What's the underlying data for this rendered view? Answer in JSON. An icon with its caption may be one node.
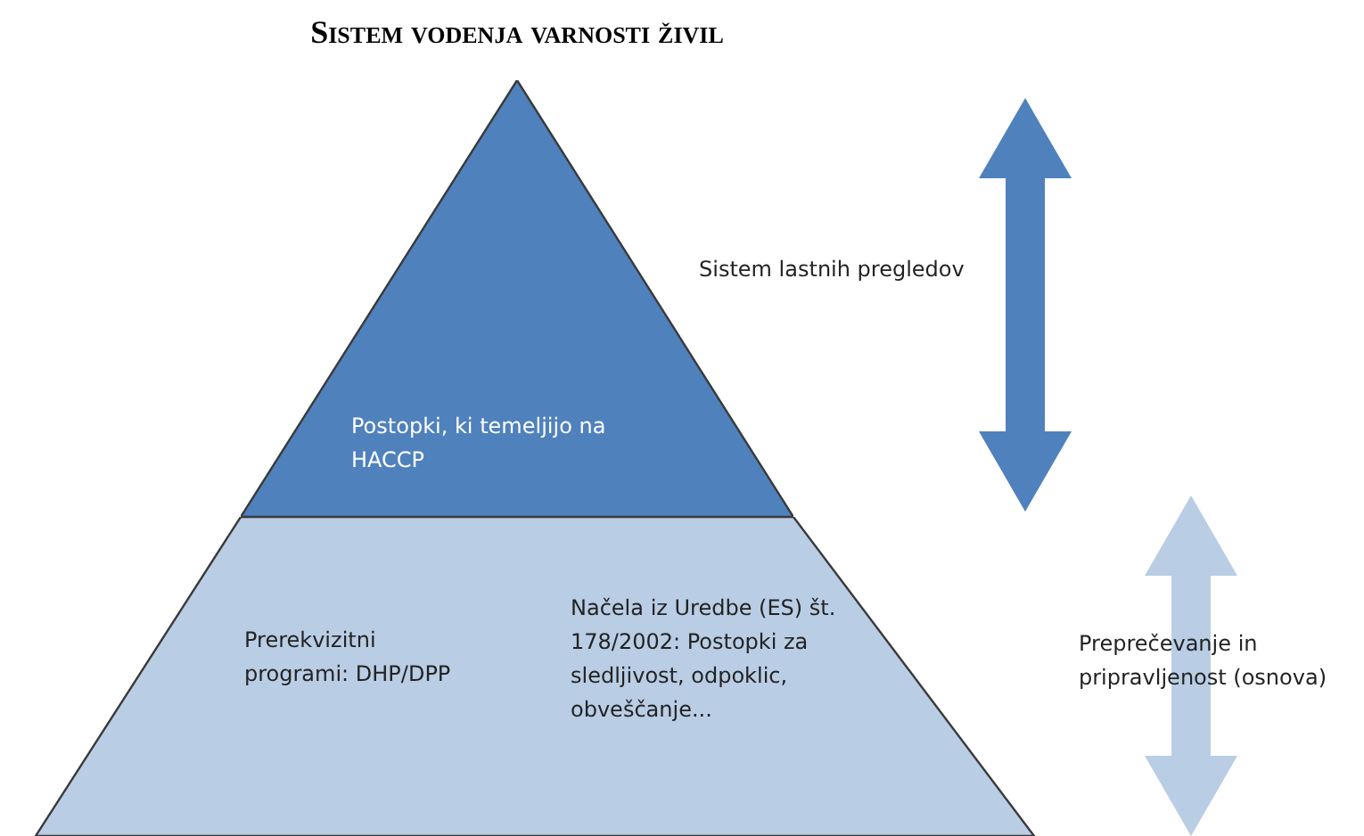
{
  "diagram": {
    "title": "Sistem vodenja varnosti živil",
    "nodes": [
      {
        "text": [
          "Postopki, ki temeljijo na HACCP"
        ]
      },
      {
        "text": [
          "Prerekvizitni programi: DHP/DPP",
          "Načela iz Uredbe (ES) št. 178/2002: Postopki za sledljivost, odpoklic, obveščanje..."
        ]
      }
    ],
    "labels": [
      "Sistem lastnih pregledov",
      "Preprečevanje in pripravljenost (osnova)"
    ]
  }
}
